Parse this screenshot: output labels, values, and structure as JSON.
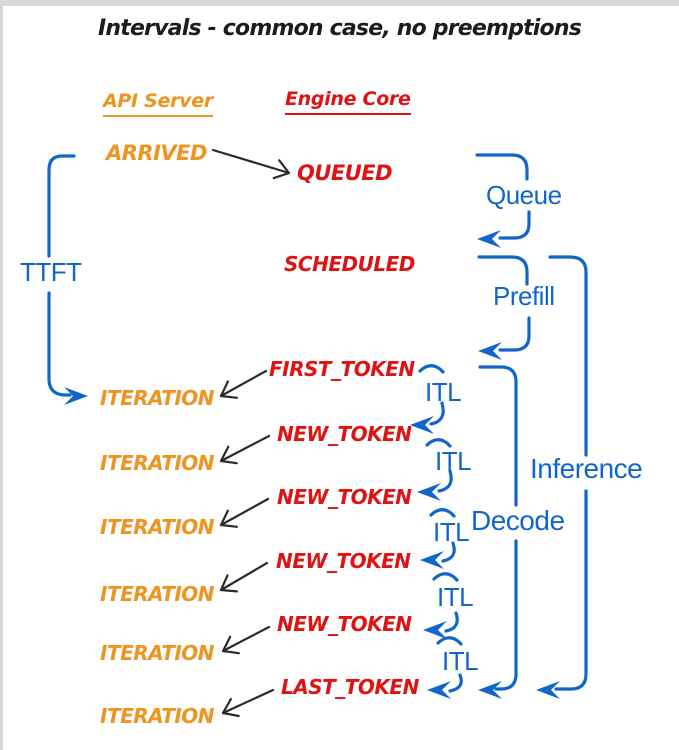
{
  "title": "Intervals - common case, no preemptions",
  "columns": {
    "api_server": "API Server",
    "engine_core": "Engine Core"
  },
  "api_events": [
    "ARRIVED",
    "ITERATION",
    "ITERATION",
    "ITERATION",
    "ITERATION",
    "ITERATION",
    "ITERATION"
  ],
  "engine_events": [
    "QUEUED",
    "SCHEDULED",
    "FIRST_TOKEN",
    "NEW_TOKEN",
    "NEW_TOKEN",
    "NEW_TOKEN",
    "NEW_TOKEN",
    "LAST_TOKEN"
  ],
  "intervals": {
    "ttft": "TTFT",
    "queue": "Queue",
    "prefill": "Prefill",
    "decode": "Decode",
    "inference": "Inference",
    "itl": [
      "ITL",
      "ITL",
      "ITL",
      "ITL",
      "ITL"
    ]
  },
  "colors": {
    "api": "#EE9420",
    "engine": "#DD1413",
    "interval": "#1266C8",
    "arrow": "#2B2B2B"
  }
}
